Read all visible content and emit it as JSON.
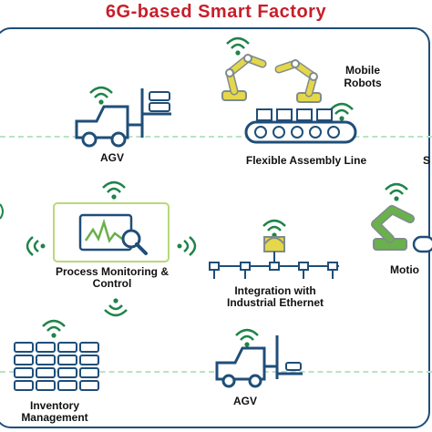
{
  "title": "6G-based Smart Factory",
  "labels": {
    "agv_top": "AGV",
    "assembly": "Flexible Assembly Line",
    "mobile_robots_1": "Mobile",
    "mobile_robots_2": "Robots",
    "process_1": "Process Monitoring &",
    "process_2": "Control",
    "integration_1": "Integration with",
    "integration_2": "Industrial Ethernet",
    "motion": "Motio",
    "inventory_1": "Inventory",
    "inventory_2": "Management",
    "agv_bottom": "AGV",
    "edge_s": "S"
  },
  "colors": {
    "title": "#c81e2a",
    "navy": "#1f4e79",
    "green": "#6ab04c",
    "wifi": "#1e8449",
    "robot": "#e5d74a",
    "gray": "#7f8c8d"
  }
}
